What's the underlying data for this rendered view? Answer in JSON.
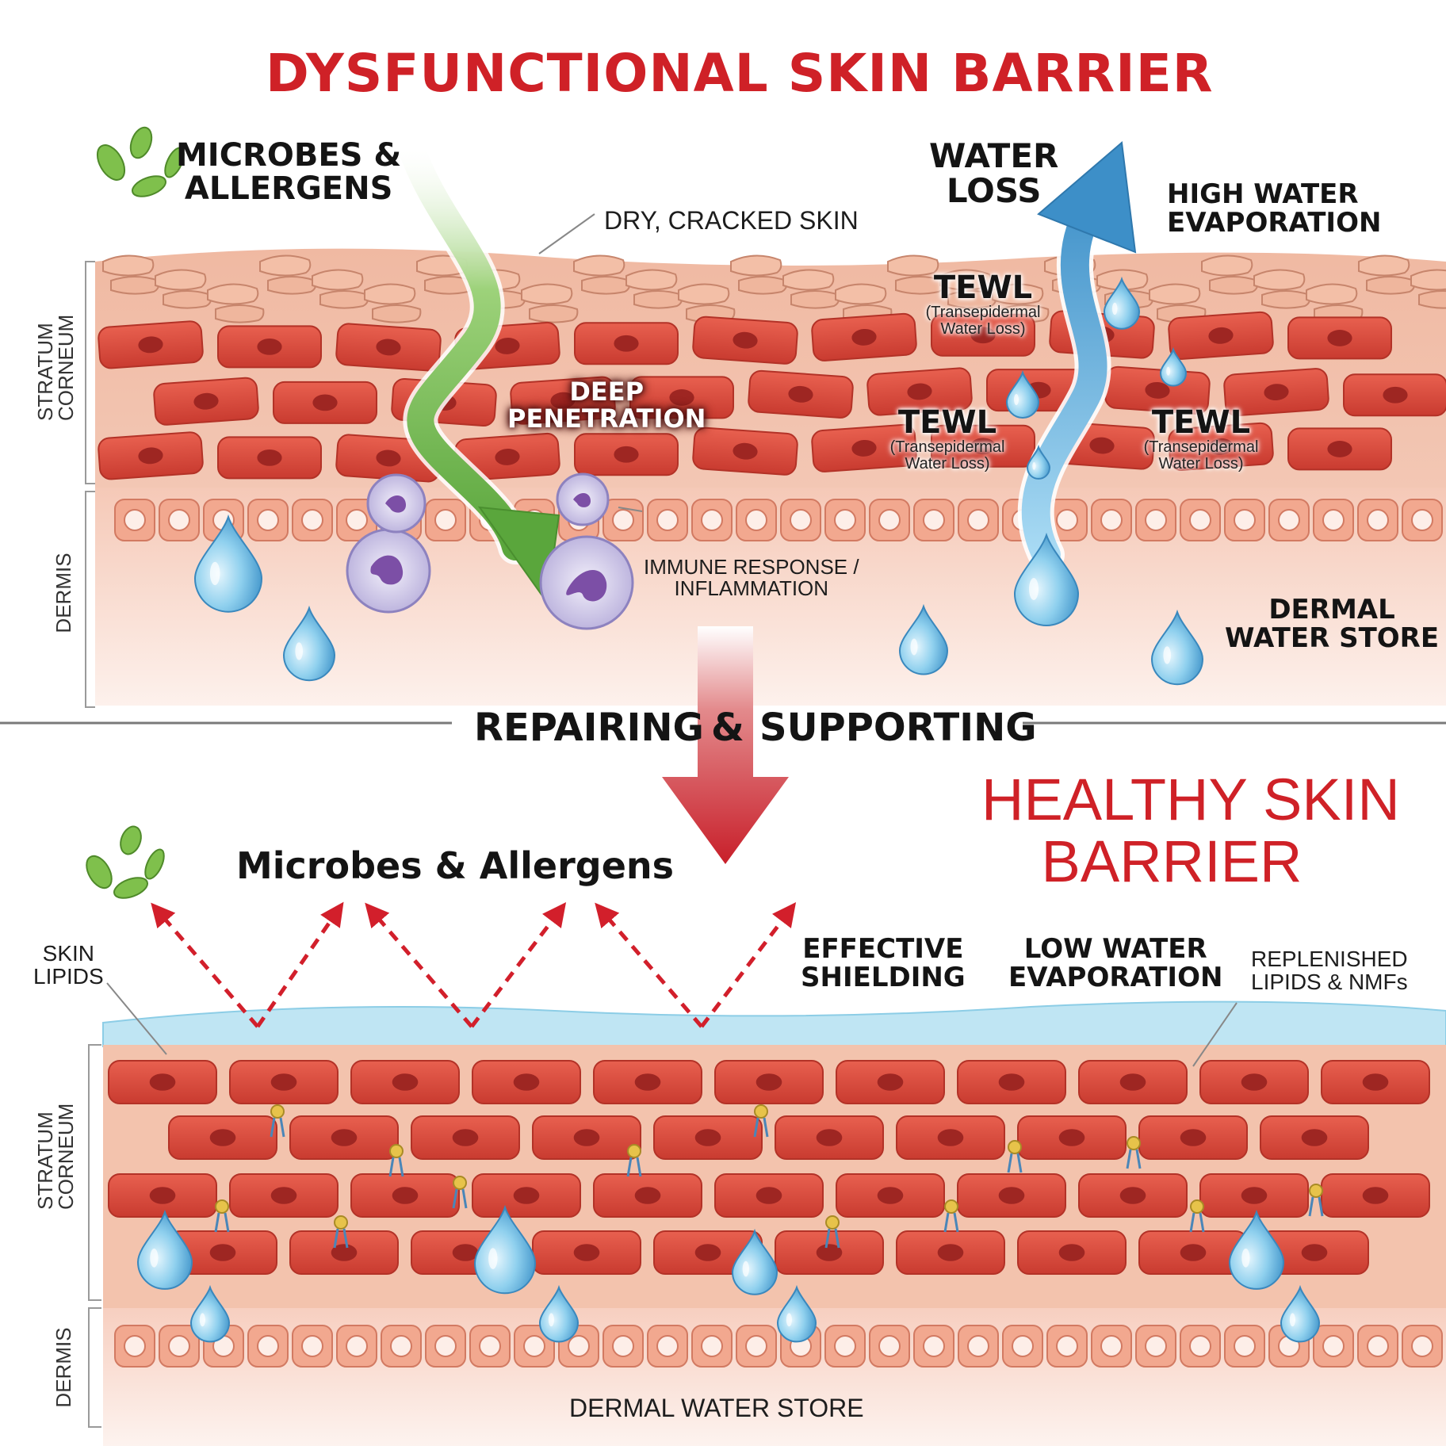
{
  "top": {
    "title": "DYSFUNCTIONAL SKIN BARRIER",
    "microbes_label_1": "MICROBES &",
    "microbes_label_2": "ALLERGENS",
    "dry_cracked": "DRY, CRACKED SKIN",
    "water_loss_1": "WATER",
    "water_loss_2": "LOSS",
    "high_evap_1": "HIGH WATER",
    "high_evap_2": "EVAPORATION",
    "tewl": "TEWL",
    "tewl_sub_1": "(Transepidermal",
    "tewl_sub_2": "Water Loss)",
    "deep_1": "DEEP",
    "deep_2": "PENETRATION",
    "immune_1": "IMMUNE RESPONSE /",
    "immune_2": "INFLAMMATION",
    "dermal_store_1": "DERMAL",
    "dermal_store_2": "WATER STORE",
    "side_stratum_1": "STRATUM",
    "side_stratum_2": "CORNEUM",
    "side_dermis": "DERMIS"
  },
  "middle": {
    "repairing": "REPAIRING",
    "amp": "&",
    "supporting": "SUPPORTING"
  },
  "bottom": {
    "title_1": "HEALTHY SKIN",
    "title_2": "BARRIER",
    "microbes": "Microbes & Allergens",
    "skin_lipids_1": "SKIN",
    "skin_lipids_2": "LIPIDS",
    "effective_1": "EFFECTIVE",
    "effective_2": "SHIELDING",
    "low_evap_1": "LOW WATER",
    "low_evap_2": "EVAPORATION",
    "replenished_1": "REPLENISHED",
    "replenished_2": "LIPIDS & NMFs",
    "dermal_store": "DERMAL WATER STORE",
    "side_stratum_1": "STRATUM",
    "side_stratum_2": "CORNEUM",
    "side_dermis": "DERMIS"
  },
  "colors": {
    "title_red": "#cf2127",
    "cell_red": "#d9483c",
    "nucleus": "#a92a26",
    "skin_bg": "#f2c3b0",
    "dermis_bg": "#fbe3dc",
    "water_blue": "#4ea6d8",
    "green_arrow": "#6cb24a",
    "lipid_film": "#a9dcef"
  }
}
